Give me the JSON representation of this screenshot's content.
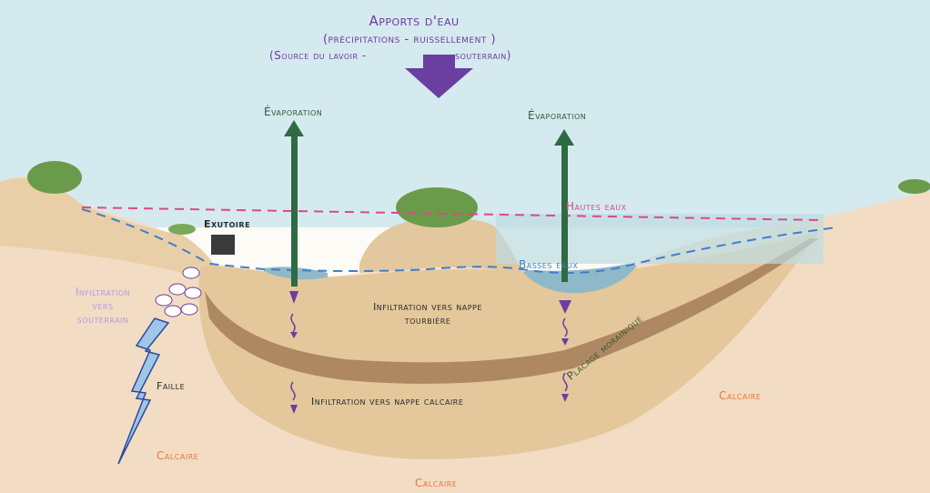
{
  "inputs": {
    "title": "Apports d'eau",
    "subtitle": "(précipitations - ruissellement )",
    "source_left": "(Source du lavoir -",
    "source_right": "souterrain)"
  },
  "labels": {
    "evaporation_left": "Évaporation",
    "evaporation_right": "Évaporation",
    "hautes_eaux": "Hautes eaux",
    "basses_eaux": "Basses eaux",
    "exutoire": "Exutoire",
    "infiltration_souterrain": [
      "Infiltration",
      "vers",
      "souterrain"
    ],
    "faille": "Faille",
    "infiltration_tourbiere": [
      "Infiltration vers nappe",
      "tourbière"
    ],
    "infiltration_calcaire": "Infiltration vers nappe calcaire",
    "placage": "Placage morainique",
    "calcaire_left": "Calcaire",
    "calcaire_right": "Calcaire",
    "calcaire_bottom": "Calcaire"
  },
  "colors": {
    "sky": "#cfe6ec",
    "water": "#9fc6d4",
    "soil": "#e8cfa8",
    "moraine": "#cdb48e",
    "clay_band": "#a57d58",
    "limestone": "#f2dcc4",
    "arrow_purple": "#6a3fa0",
    "arrow_green": "#2f6a42",
    "hautes_eaux_line": "#e0468a",
    "basses_eaux_line": "#3f7fc8"
  }
}
